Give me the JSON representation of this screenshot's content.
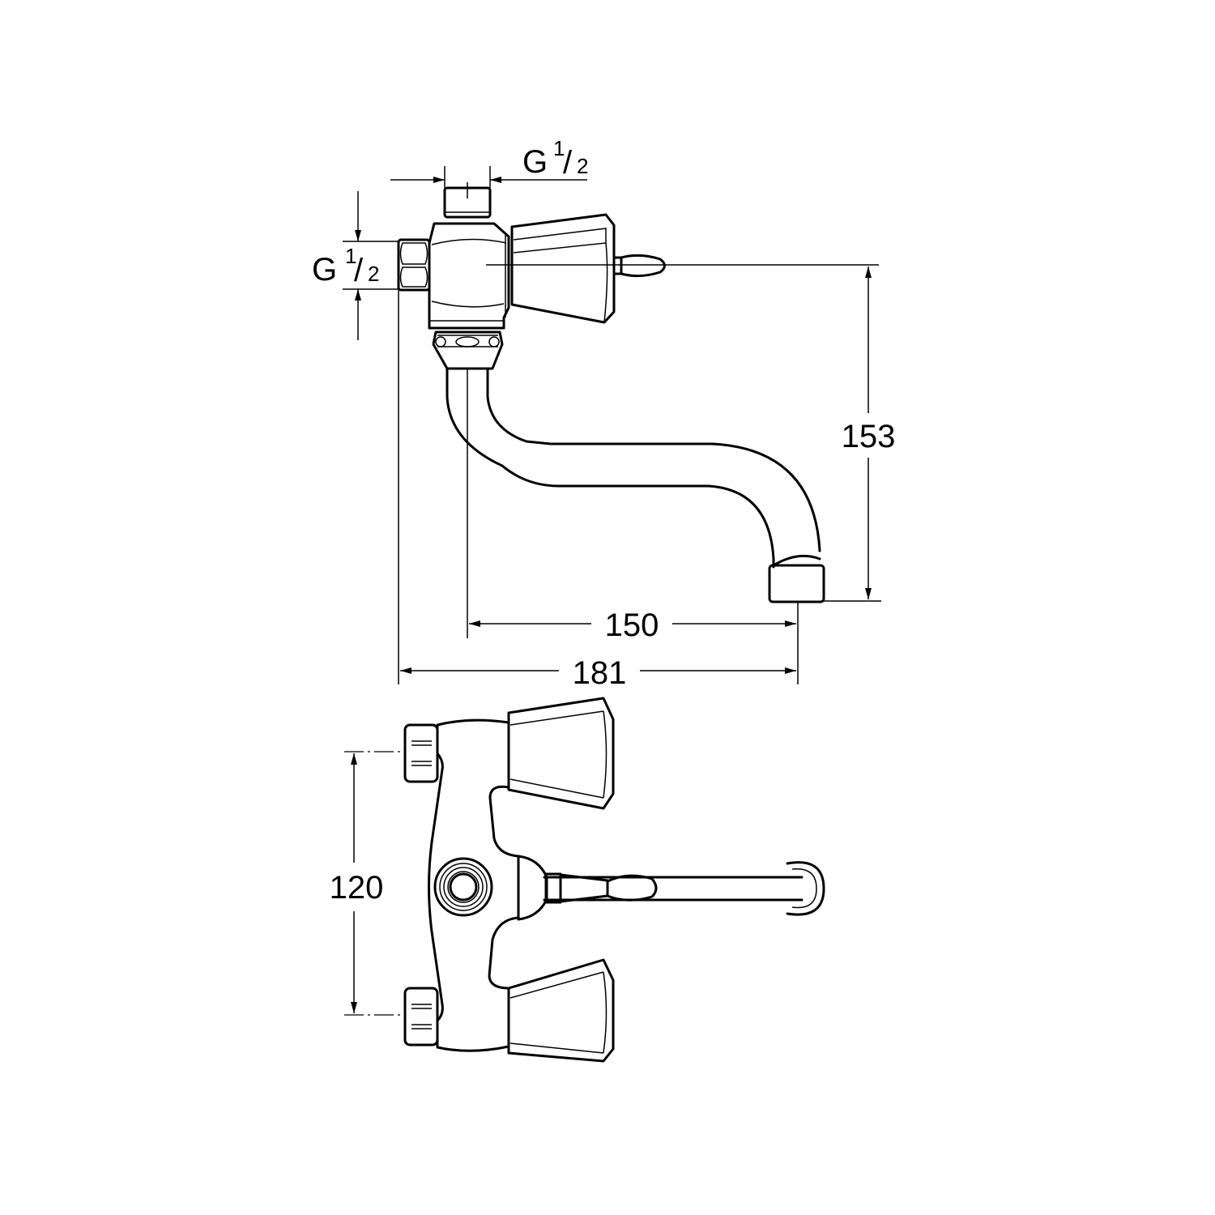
{
  "drawing": {
    "colors": {
      "line": "#000000",
      "background": "#ffffff"
    },
    "side_view": {
      "top_inlet_thread": {
        "prefix": "G",
        "num": "1",
        "den": "2"
      },
      "side_inlet_thread": {
        "prefix": "G",
        "num": "1",
        "den": "2"
      },
      "height_dim": "153",
      "spout_reach_dim": "150",
      "total_depth_dim": "181"
    },
    "top_view": {
      "inlet_spacing_dim": "120"
    }
  }
}
